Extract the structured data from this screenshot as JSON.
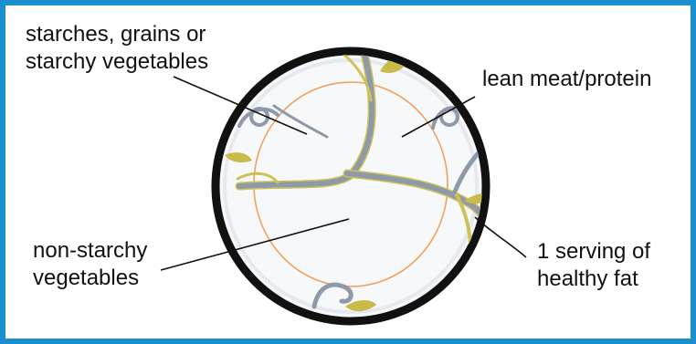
{
  "labels": {
    "starches": [
      "starches, grains or",
      "starchy vegetables"
    ],
    "lean_meat": [
      "lean meat/protein"
    ],
    "non_starchy": [
      "non-starchy",
      "vegetables"
    ],
    "healthy_fat": [
      "1 serving of",
      "healthy fat"
    ]
  },
  "colors": {
    "frame": "#1a8fcf",
    "plate_rim": "#111111",
    "orange_ring": "#f0a25a",
    "vine_grey": "#8f9aa8",
    "vine_gold": "#cfc25a",
    "leaf": "#c8bb48"
  }
}
